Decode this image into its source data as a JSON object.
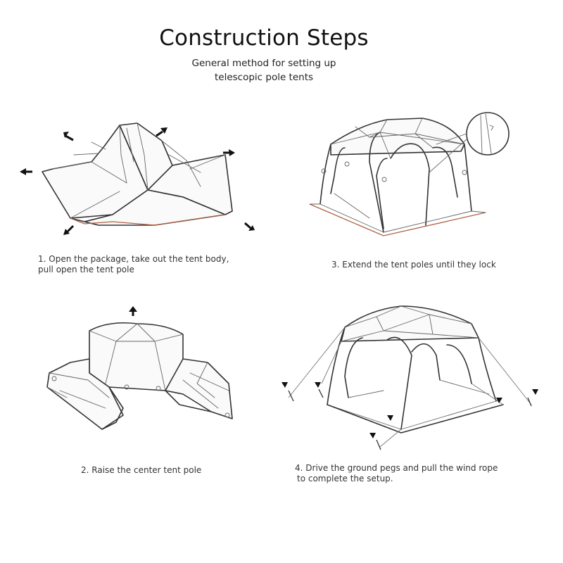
{
  "header": {
    "title": "Construction Steps",
    "subtitle_line1": "General method for setting up",
    "subtitle_line2": "telescopic pole tents"
  },
  "steps": [
    {
      "line1": "1. Open the package, take out the tent body,",
      "line2": "pull open the tent pole"
    },
    {
      "line1": "2. Raise the center tent pole"
    },
    {
      "line1": "3. Extend the tent poles until they lock"
    },
    {
      "line1": "4. Drive the ground pegs and pull the wind rope",
      "line2": "to complete the setup."
    }
  ],
  "colors": {
    "line": "#333333",
    "ground": "#b06040",
    "arrow": "#111111"
  }
}
